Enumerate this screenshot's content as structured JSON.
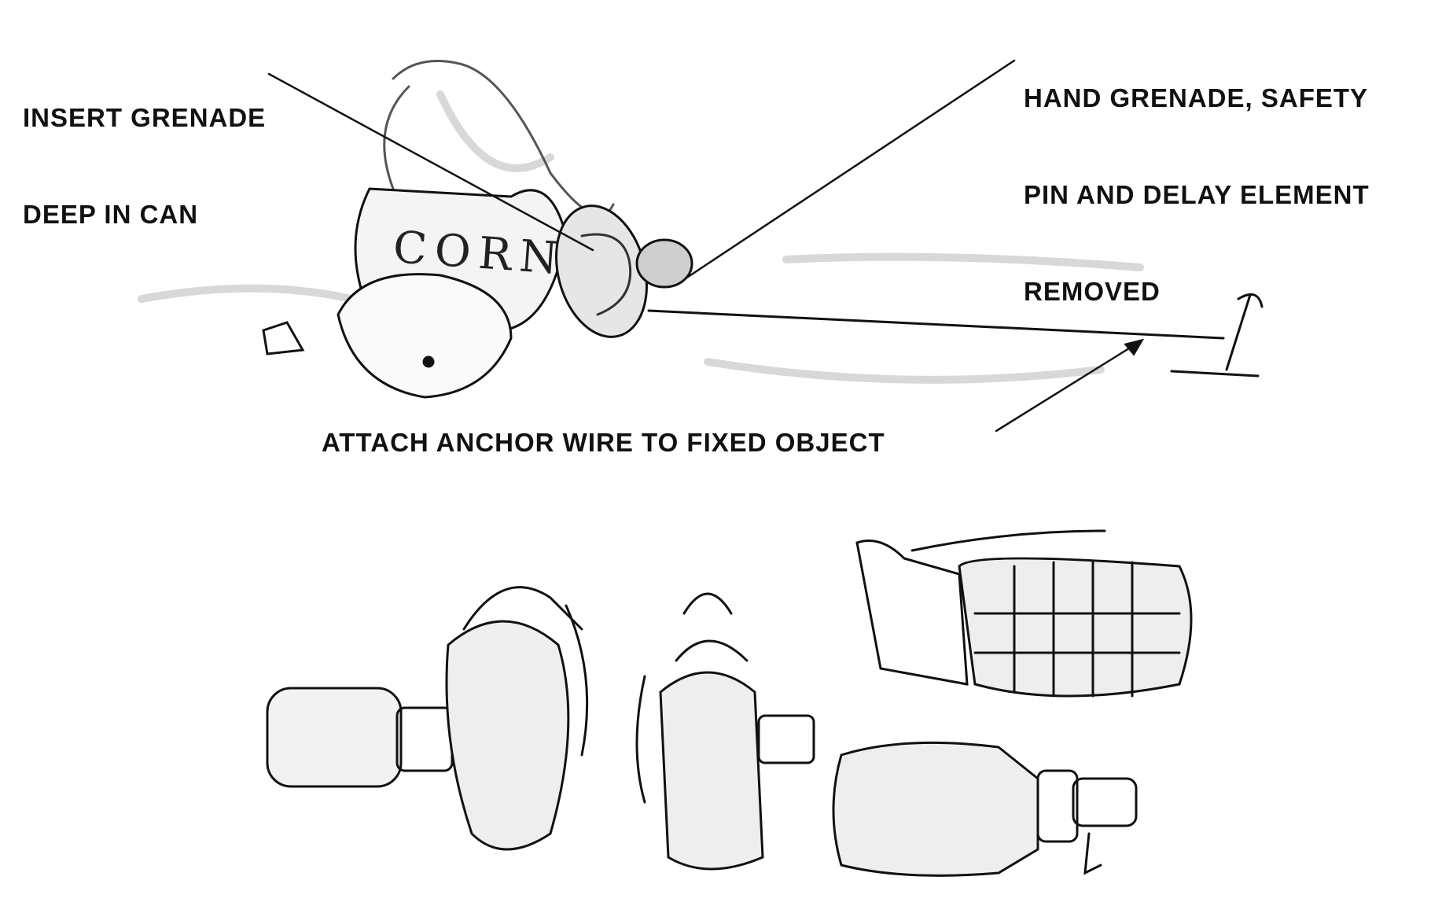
{
  "labels": {
    "insert": [
      "INSERT GRENADE",
      "DEEP IN CAN"
    ],
    "grenade": [
      "HAND GRENADE, SAFETY",
      "PIN AND DELAY ELEMENT",
      "REMOVED"
    ],
    "anchor": "ATTACH ANCHOR WIRE TO FIXED OBJECT"
  },
  "can_text": "CORN",
  "colors": {
    "ink": "#111111",
    "shade": "#bdbdbd",
    "paper": "#ffffff"
  }
}
